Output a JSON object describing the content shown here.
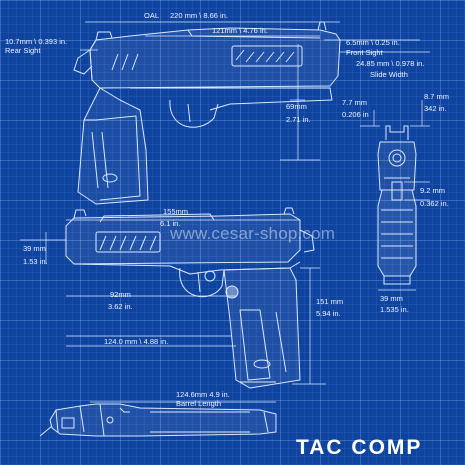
{
  "dims": {
    "oal_label": "OAL",
    "oal": "220 mm \\ 8.66 in.",
    "top_length": "121mm \\ 4.76 in.",
    "rear_sight": "10.7mm \\ 0.393 in.",
    "rear_sight_label": "Rear Sight",
    "front_sight": "6.5mm \\ 0.25 in.",
    "front_sight_label": "Front Sight",
    "slide_width": "24.85 mm \\ 0.978 in.",
    "slide_width_label": "Slide Width",
    "height_mm": "69mm",
    "height_in": "2.71 in.",
    "end_7_7_mm": "7.7 mm",
    "end_7_7_in": "0.206 in",
    "end_8_7_mm": "8.7 mm",
    "end_8_7_in": "342 in.",
    "end_9_2_mm": "9.2 mm",
    "end_9_2_in": "0.362 in.",
    "end_39_mm": "39 mm",
    "end_39_in": "1.535 in.",
    "length_155_mm": "155mm",
    "length_155_in": "6.1 in.",
    "side_39_mm": "39 mm",
    "side_39_in": "1.53 in.",
    "grip_92_mm": "92mm",
    "grip_92_in": "3.62 in.",
    "height_151_mm": "151 mm",
    "height_151_in": "5.94 in.",
    "length_124": "124.0 mm \\  4.88  in.",
    "barrel": "124.6mm 4.9 in.",
    "barrel_label": "Barrel Length"
  },
  "watermark": "www.cesar-shop.com",
  "product_name": "TAC COMP"
}
